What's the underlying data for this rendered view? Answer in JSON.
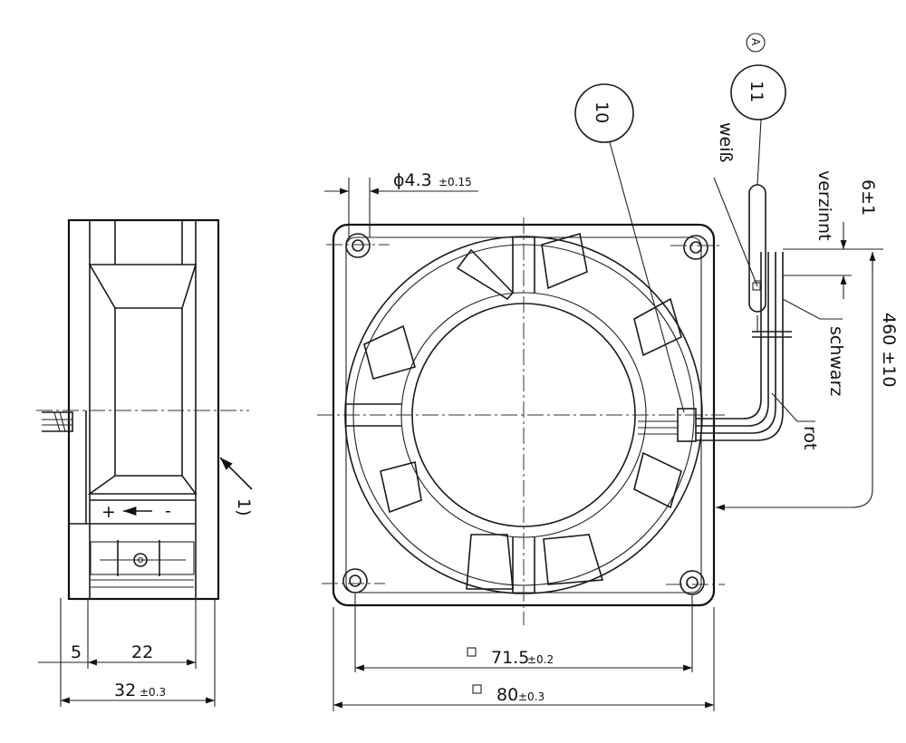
{
  "side_view": {
    "width_dim": "32",
    "width_tol": "±0.3",
    "left_dim": "5",
    "body_dim": "22",
    "note_ref": "1)",
    "polarity_plus": "+",
    "polarity_minus": "-"
  },
  "front_view": {
    "hole_dia": "ϕ4.3",
    "hole_dia_tol": "±0.15",
    "hole_pitch": "71.5",
    "hole_pitch_tol": "±0.2",
    "frame_size": "80",
    "frame_size_tol": "±0.3"
  },
  "cable": {
    "balloon_10": "10",
    "balloon_11": "11",
    "marker_a": "A",
    "wire_white": "weiß",
    "wire_black": "schwarz",
    "wire_red": "rot",
    "tinned": "verzinnt",
    "strip_len": "6±1",
    "cable_len": "460 ±10"
  }
}
